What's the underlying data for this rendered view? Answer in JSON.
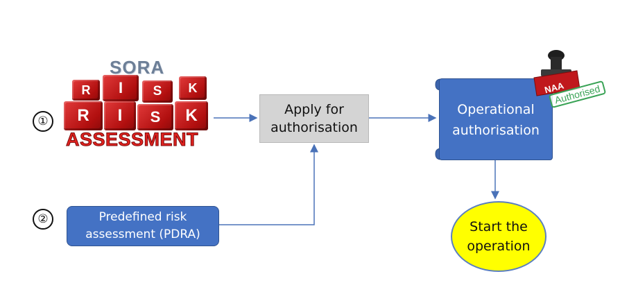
{
  "markers": {
    "step1": "①",
    "step2": "②"
  },
  "sora_graphic": {
    "title": "SORA",
    "cube_letters_top": [
      "R",
      "I",
      "S",
      "K"
    ],
    "cube_letters_bottom": [
      "R",
      "I",
      "S",
      "K"
    ],
    "subtitle": "ASSESSMENT"
  },
  "nodes": {
    "apply": {
      "line1": "Apply for",
      "line2": "authorisation"
    },
    "pdra": {
      "line1": "Predefined risk",
      "line2": "assessment (PDRA)"
    },
    "operational_authorisation": {
      "line1": "Operational",
      "line2": "authorisation"
    },
    "start": {
      "line1": "Start the",
      "line2": "operation"
    }
  },
  "stamp": {
    "naa_label": "NAA",
    "status_label": "Authorised"
  },
  "colors": {
    "blue_box": "#4472c4",
    "grey_box": "#d4d4d4",
    "connector": "#4a72b8",
    "start_fill": "#ffff00",
    "cube_red": "#c0181c",
    "stamp_green": "#3aa356"
  }
}
